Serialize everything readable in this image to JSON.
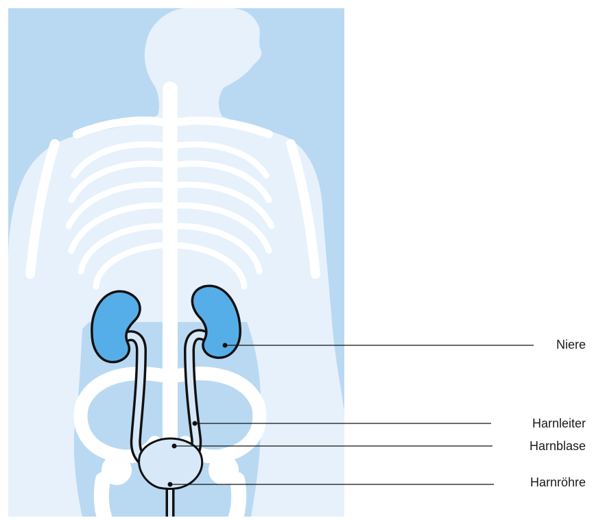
{
  "colors": {
    "background_panel": "#b9d9f2",
    "body_silhouette": "#e6f1fb",
    "skeleton": "#ffffff",
    "kidney_fill": "#56aee8",
    "ureter_fill": "#d7e9f8",
    "bladder_fill": "#d7e9f8",
    "outline": "#111111",
    "leader_line": "#111111"
  },
  "labels": {
    "kidney": "Niere",
    "ureter": "Harnleiter",
    "bladder": "Harnblase",
    "urethra": "Harnröhre"
  }
}
